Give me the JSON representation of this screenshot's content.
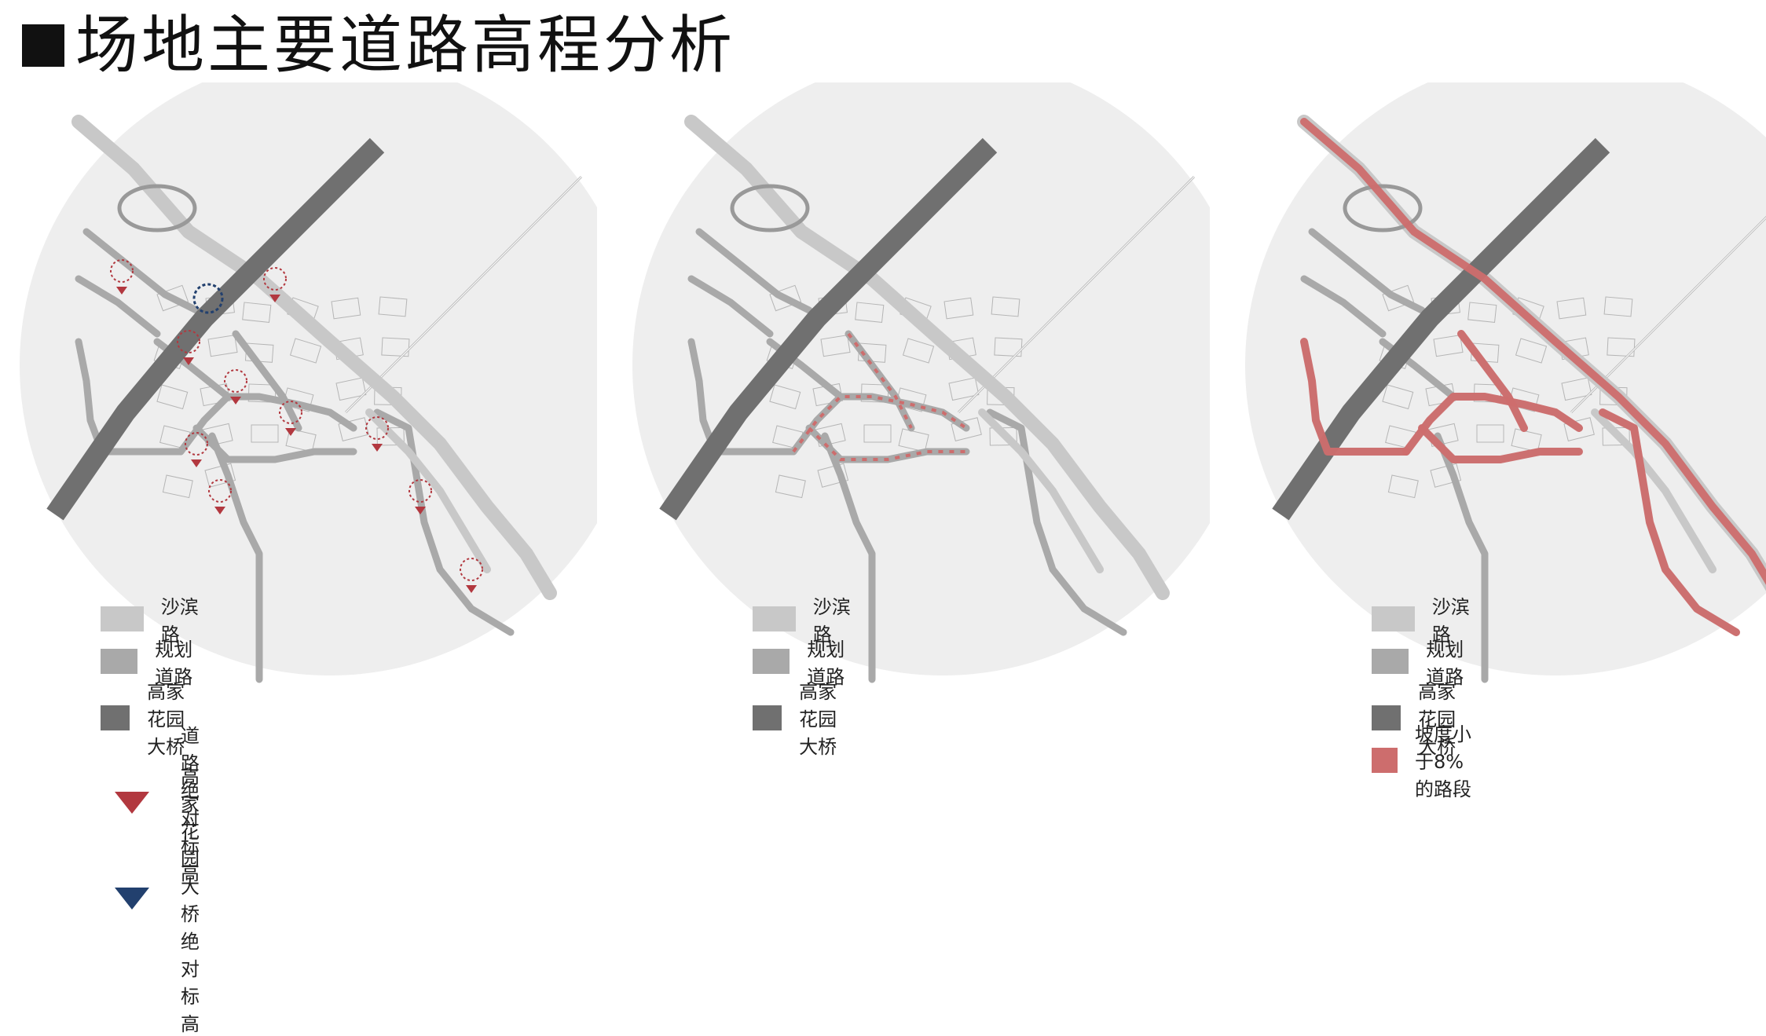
{
  "page": {
    "title": "场地主要道路高程分析"
  },
  "colors": {
    "circle": "#eeeeee",
    "shabin_road": "#c8c8c8",
    "planned_road": "#a9a9a9",
    "bridge": "#707070",
    "slope_low": "#cd6d6d",
    "marker_red": "#b2383f",
    "marker_blue": "#22406e"
  },
  "panels": [
    {
      "legend": [
        {
          "type": "swatch",
          "color": "#c8c8c8",
          "label": "沙滨路"
        },
        {
          "type": "swatch",
          "color": "#a9a9a9",
          "label": "规划道路"
        },
        {
          "type": "swatch",
          "color": "#707070",
          "label": "高家花园大桥"
        },
        {
          "type": "triangle",
          "color": "#b2383f",
          "label": "道路绝对标高"
        },
        {
          "type": "triangle",
          "color": "#22406e",
          "label": "高家花园大桥绝对标高"
        }
      ]
    },
    {
      "legend": [
        {
          "type": "swatch",
          "color": "#c8c8c8",
          "label": "沙滨路"
        },
        {
          "type": "swatch",
          "color": "#a9a9a9",
          "label": "规划道路"
        },
        {
          "type": "swatch",
          "color": "#707070",
          "label": "高家花园大桥"
        }
      ]
    },
    {
      "legend": [
        {
          "type": "swatch",
          "color": "#c8c8c8",
          "label": "沙滨路"
        },
        {
          "type": "swatch",
          "color": "#a9a9a9",
          "label": "规划道路"
        },
        {
          "type": "swatch",
          "color": "#707070",
          "label": "高家花园大桥"
        },
        {
          "type": "swatch",
          "color": "#cd6d6d",
          "label": "坡度小于8%的路段"
        }
      ]
    }
  ]
}
